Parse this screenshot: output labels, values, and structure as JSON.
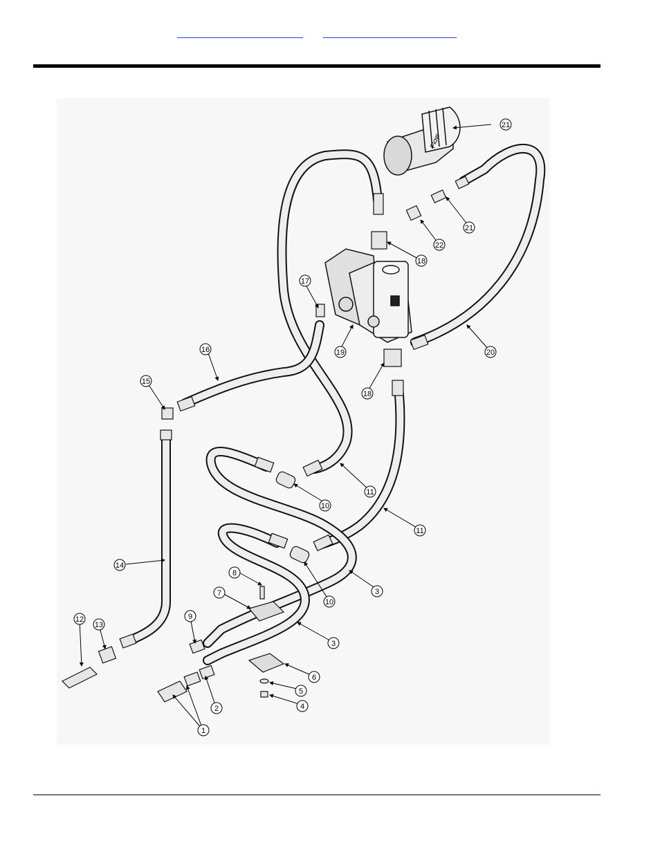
{
  "nav": {
    "link1": "",
    "link2": ""
  },
  "diagram": {
    "flow_label": "Flow",
    "callouts": [
      "1",
      "2",
      "3",
      "3",
      "4",
      "5",
      "6",
      "7",
      "8",
      "9",
      "10",
      "10",
      "11",
      "11",
      "12",
      "13",
      "14",
      "15",
      "16",
      "17",
      "18",
      "18",
      "19",
      "20",
      "21",
      "21",
      "22"
    ]
  }
}
